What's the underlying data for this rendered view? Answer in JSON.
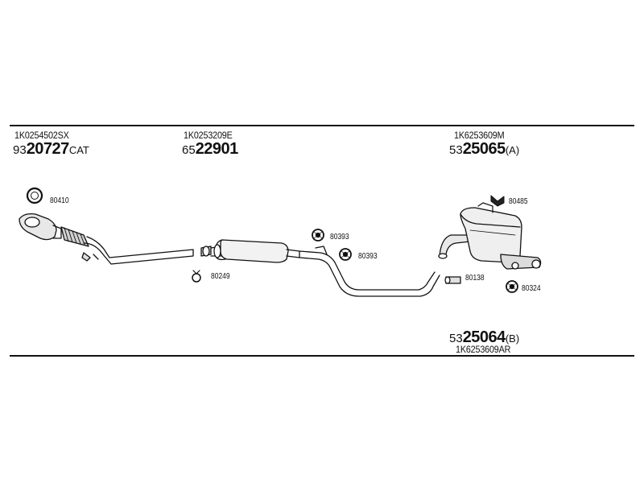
{
  "header_parts": [
    {
      "ref": "1K0254502SX",
      "prefix": "93",
      "number": "20727",
      "suffix": "CAT"
    },
    {
      "ref": "1K0253209E",
      "prefix": "65",
      "number": "22901",
      "suffix": ""
    },
    {
      "ref": "1K6253609M",
      "prefix": "53",
      "number": "25065",
      "suffix": "(A)"
    }
  ],
  "footer_part": {
    "prefix": "53",
    "number": "25064",
    "suffix": "(B)",
    "ref": "1K6253609AR"
  },
  "fittings": [
    {
      "code": "80410",
      "icon": "gasket-ring-icon"
    },
    {
      "code": "80249",
      "icon": "clamp-icon"
    },
    {
      "code": "80393",
      "icon": "rubber-mount-icon"
    },
    {
      "code": "80393",
      "icon": "rubber-mount-icon"
    },
    {
      "code": "80485",
      "icon": "bracket-icon"
    },
    {
      "code": "80138",
      "icon": "pipe-connector-icon"
    },
    {
      "code": "80324",
      "icon": "rubber-mount-icon"
    }
  ]
}
